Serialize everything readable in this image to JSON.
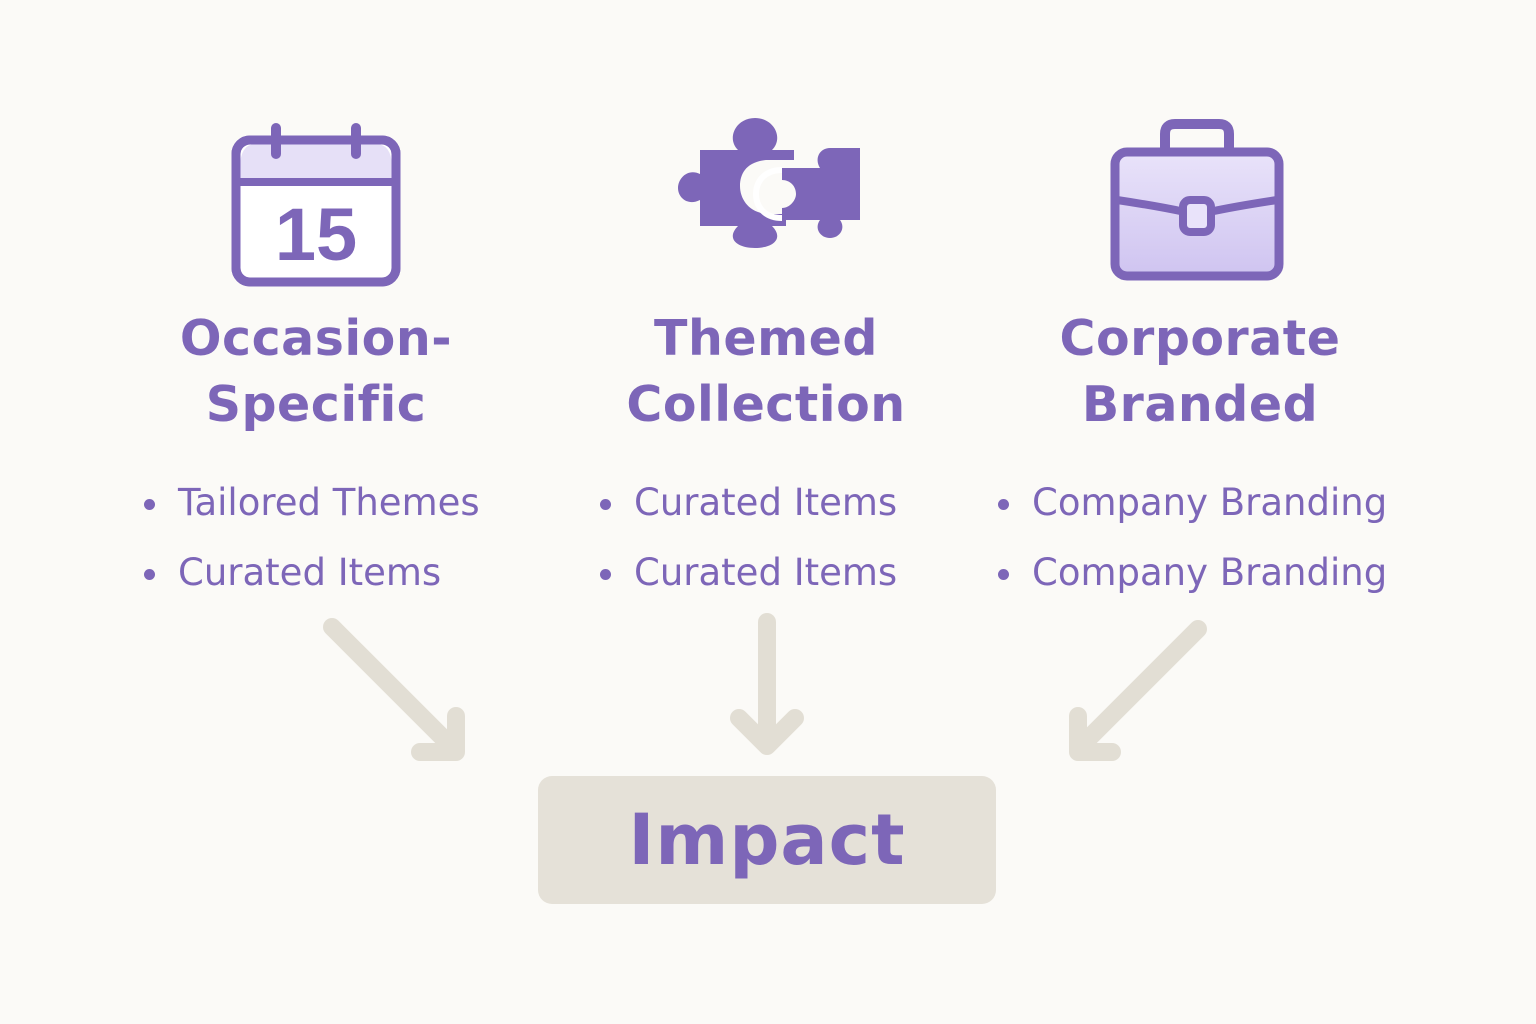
{
  "colors": {
    "background": "#fbfaf7",
    "accent": "#7d66b8",
    "accent_light": "#d9d1f2",
    "arrow": "#e2ded4",
    "box": "#e5e1d8"
  },
  "columns": [
    {
      "icon": "calendar-icon",
      "icon_text": "15",
      "title_line1": "Occasion-",
      "title_line2": "Specific",
      "bullets": [
        "Tailored Themes",
        "Curated Items"
      ]
    },
    {
      "icon": "puzzle-icon",
      "title_line1": "Themed",
      "title_line2": "Collection",
      "bullets": [
        "Curated Items",
        "Curated Items"
      ]
    },
    {
      "icon": "briefcase-icon",
      "title_line1": "Corporate",
      "title_line2": "Branded",
      "bullets": [
        "Company Branding",
        "Company Branding"
      ]
    }
  ],
  "result": {
    "label": "Impact"
  }
}
